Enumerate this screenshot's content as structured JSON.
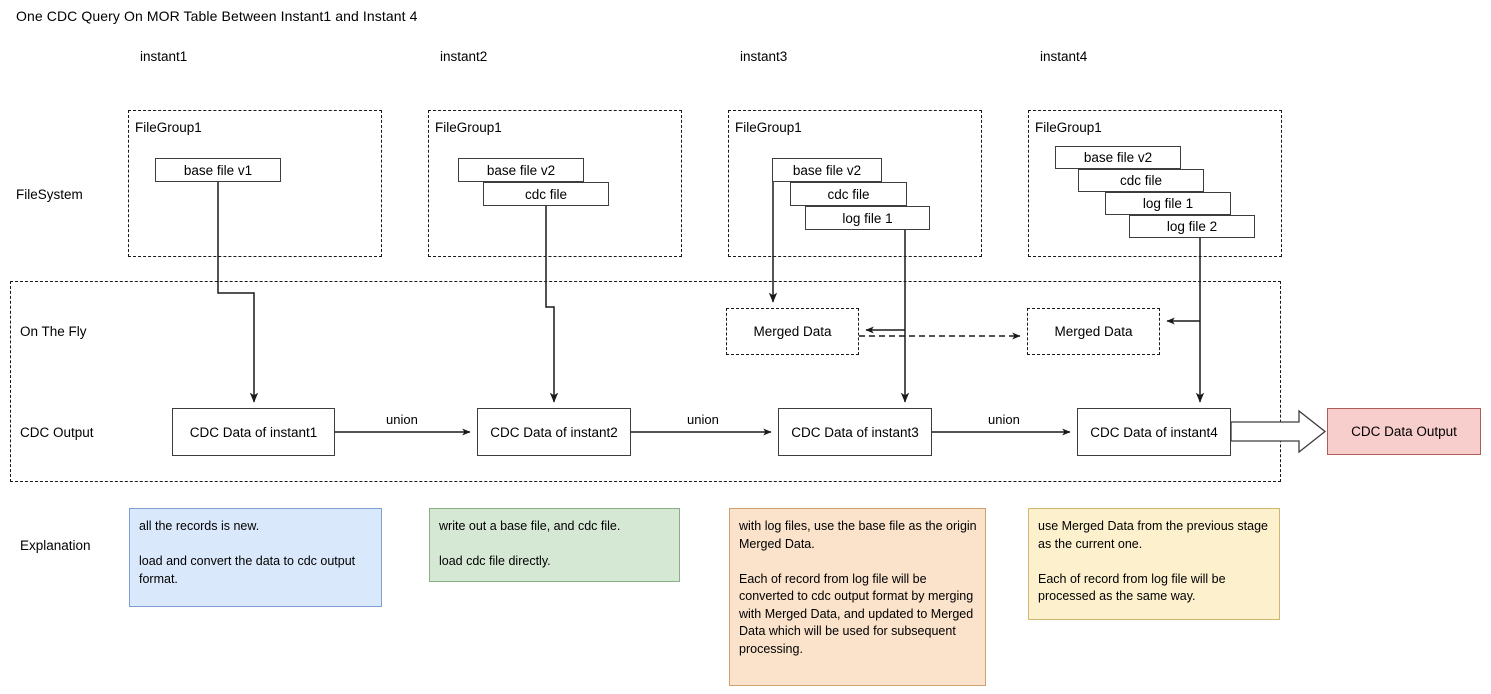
{
  "title": "One CDC Query On MOR Table Between Instant1 and Instant 4",
  "columns": [
    {
      "label": "instant1"
    },
    {
      "label": "instant2"
    },
    {
      "label": "instant3"
    },
    {
      "label": "instant4"
    }
  ],
  "rows": [
    {
      "label": "FileSystem"
    },
    {
      "label": "On The Fly"
    },
    {
      "label": "CDC Output"
    },
    {
      "label": "Explanation"
    }
  ],
  "filesystem": {
    "group_title": "FileGroup1",
    "groups": [
      {
        "files": [
          "base file v1"
        ]
      },
      {
        "files": [
          "base file v2",
          "cdc file"
        ]
      },
      {
        "files": [
          "base file v2",
          "cdc file",
          "log file 1"
        ]
      },
      {
        "files": [
          "base file v2",
          "cdc file",
          "log file 1",
          "log file 2"
        ]
      }
    ]
  },
  "on_the_fly": {
    "merged": [
      "Merged Data",
      "Merged Data"
    ]
  },
  "cdc_output": {
    "boxes": [
      "CDC Data of instant1",
      "CDC Data of instant2",
      "CDC Data of instant3",
      "CDC Data of instant4"
    ],
    "union_labels": [
      "union",
      "union",
      "union"
    ],
    "final_output": "CDC Data Output"
  },
  "explanations": [
    {
      "text": "all the records is new.\n\nload and convert the data to cdc output format.",
      "color": "#dae8fc"
    },
    {
      "text": "write out a base file, and cdc file.\n\nload cdc file directly.",
      "color": "#d5e8d4"
    },
    {
      "text": "with log files, use the base file as the origin Merged Data.\n\nEach of record from log file will be converted to cdc output format by merging with Merged Data, and updated to Merged Data which will be used for subsequent processing.",
      "color": "#fae2cb"
    },
    {
      "text": "use Merged Data from the previous stage as the current one.\n\nEach of record from log file will be processed as the same way.",
      "color": "#fdf0cd"
    }
  ],
  "colors": {
    "output_fill": "#f8cecc",
    "output_stroke": "#b05a5a",
    "line": "#1a1a1a"
  }
}
